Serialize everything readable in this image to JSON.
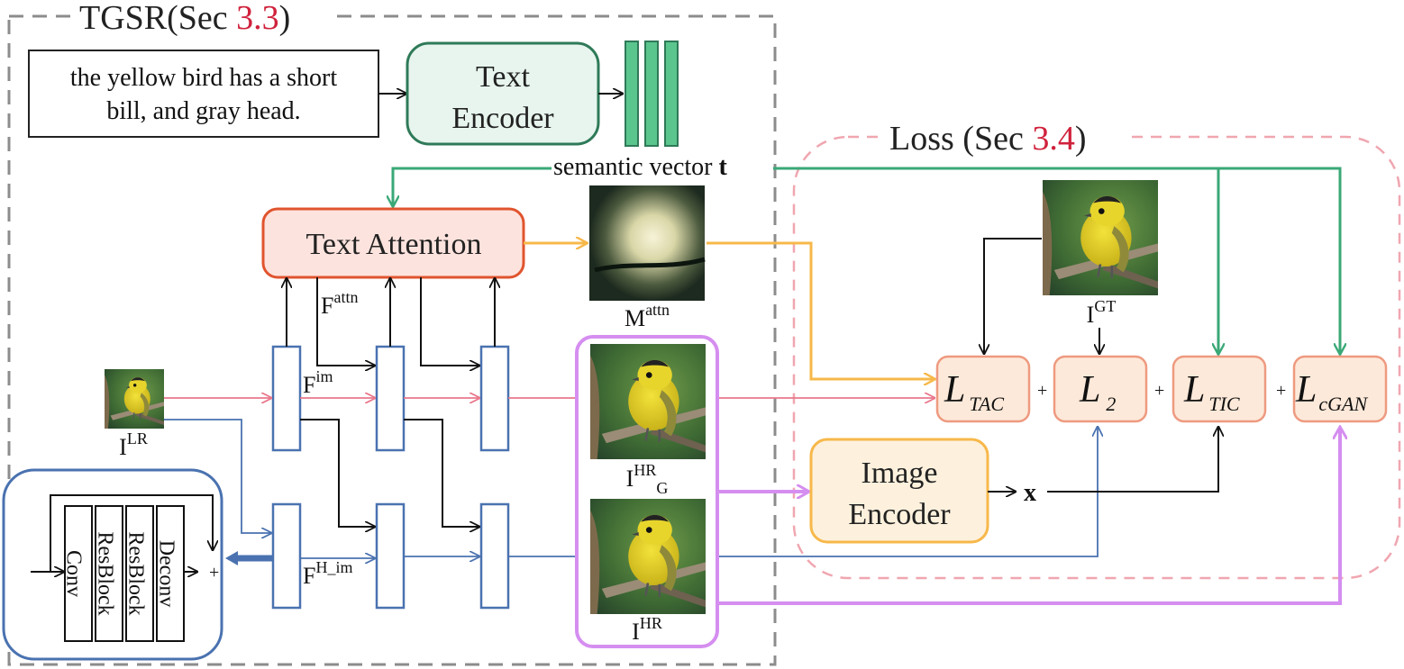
{
  "tgsr_title": "TGSR(Sec ",
  "tgsr_ref": "3.3",
  "tgsr_close": ")",
  "loss_title": "Loss (Sec ",
  "loss_ref": "3.4",
  "loss_close": ")",
  "input_text_line1": "the yellow bird has a short",
  "input_text_line2": "bill, and gray head.",
  "text_encoder_line1": "Text",
  "text_encoder_line2": "Encoder",
  "semantic_vector_label": "semantic vector ",
  "semantic_vector_symbol": "t",
  "text_attention_label": "Text Attention",
  "image_encoder_line1": "Image",
  "image_encoder_line2": "Encoder",
  "x_label": "x",
  "labels": {
    "f_attn": {
      "base": "F",
      "sup": "attn"
    },
    "m_attn": {
      "base": "M",
      "sup": "attn"
    },
    "f_im": {
      "base": "F",
      "sup": "im"
    },
    "f_h_im": {
      "base": "F",
      "sup": "H_im"
    },
    "i_lr": {
      "base": "I",
      "sup": "LR"
    },
    "i_gt": {
      "base": "I",
      "sup": "GT"
    },
    "i_hr_g": {
      "base": "I",
      "sup": "HR",
      "sub": "G"
    },
    "i_hr": {
      "base": "I",
      "sup": "HR"
    }
  },
  "losses": {
    "tac": {
      "base": "L",
      "sub": "TAC"
    },
    "l2": {
      "base": "L",
      "sub": "2"
    },
    "tic": {
      "base": "L",
      "sub": "TIC"
    },
    "cgan": {
      "base": "L",
      "sub": "cGAN"
    }
  },
  "plus": "+",
  "net_layers": [
    "Conv",
    "ResBlock",
    "ResBlock",
    "Deconv"
  ],
  "colors": {
    "red_ref": "#d0223c",
    "gray_dash": "#8c8c8c",
    "pink_dash": "#f0a6b0",
    "green": "#3aa877",
    "green_fill": "#e7f5ee",
    "green_stroke": "#2f7a58",
    "red_stroke": "#e0542e",
    "red_fill": "#fde3de",
    "orange": "#f7b84a",
    "orange_fill": "#fdf1dd",
    "loss_stroke": "#ee9a80",
    "loss_fill": "#fde9d9",
    "blue": "#4a72b0",
    "pink_line": "#e9778c",
    "purple": "#d58ef0",
    "black": "#111111"
  }
}
